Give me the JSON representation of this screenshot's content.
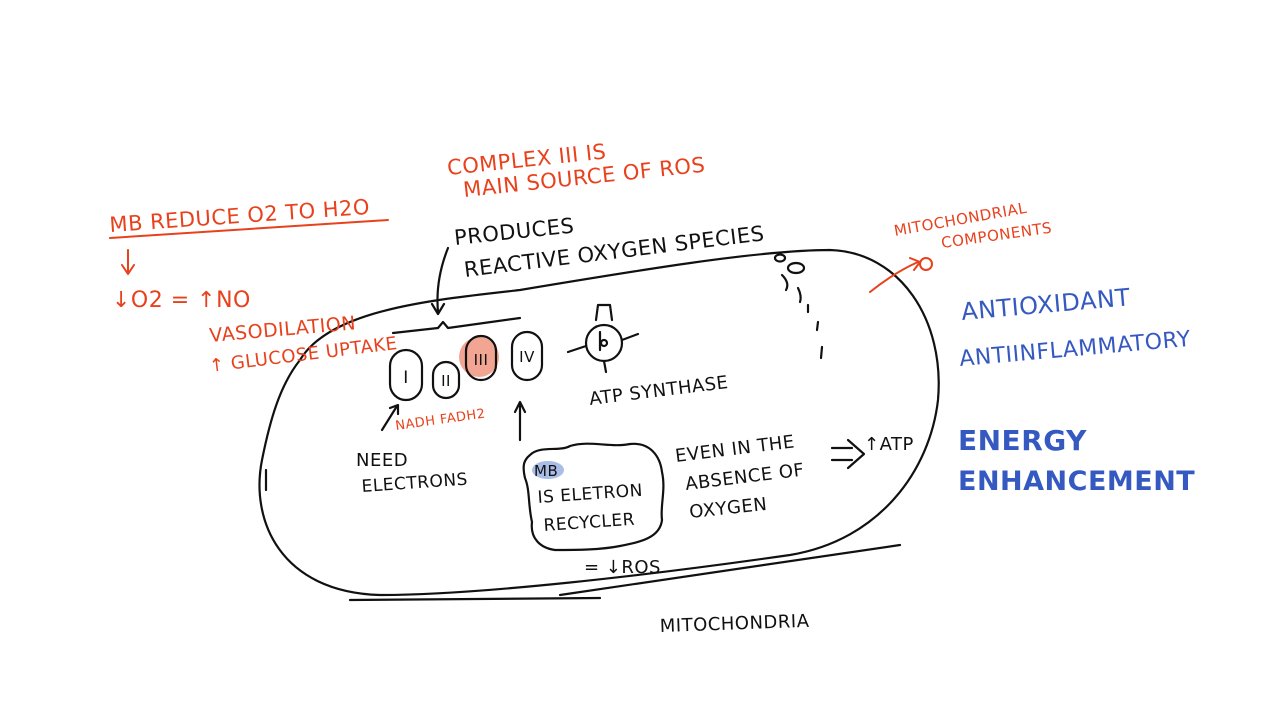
{
  "colors": {
    "red": "#e8411c",
    "black": "#111111",
    "blue": "#3559c0",
    "highlight_red": "#f2a592",
    "highlight_blue": "#a9bde6"
  },
  "notes": {
    "complex3_line1": "COMPLEX III IS",
    "complex3_line2": "MAIN SOURCE OF ROS",
    "mb_reduce": "MB REDUCE O2 TO H2O",
    "o2_no": "↓O2 = ↑NO",
    "vasodilation": "VASODILATION",
    "glucose_uptake": "↑ GLUCOSE UPTAKE",
    "produces_line1": "PRODUCES",
    "produces_line2": "REACTIVE OXYGEN SPECIES",
    "mito_components_line1": "MITOCHONDRIAL",
    "mito_components_line2": "COMPONENTS",
    "antioxidant": "ANTIOXIDANT",
    "antiinflammatory": "ANTIINFLAMMATORY",
    "energy_line1": "ENERGY",
    "energy_line2": "ENHANCEMENT"
  },
  "complexes": [
    "I",
    "II",
    "III",
    "IV"
  ],
  "inside": {
    "nadh_fadh": "NADH FADH2",
    "need_line1": "NEED",
    "need_line2": "ELECTRONS",
    "atp_synthase": "ATP SYNTHASE",
    "mb_tag": "MB",
    "recycler_line1": "IS ELETRON",
    "recycler_line2": "RECYCLER",
    "even_line1": "EVEN IN THE",
    "even_line2": "ABSENCE OF",
    "even_line3": "OXYGEN",
    "atp_up": "↑ATP",
    "ros_down": "= ↓ROS"
  },
  "caption": "MITOCHONDRIA"
}
